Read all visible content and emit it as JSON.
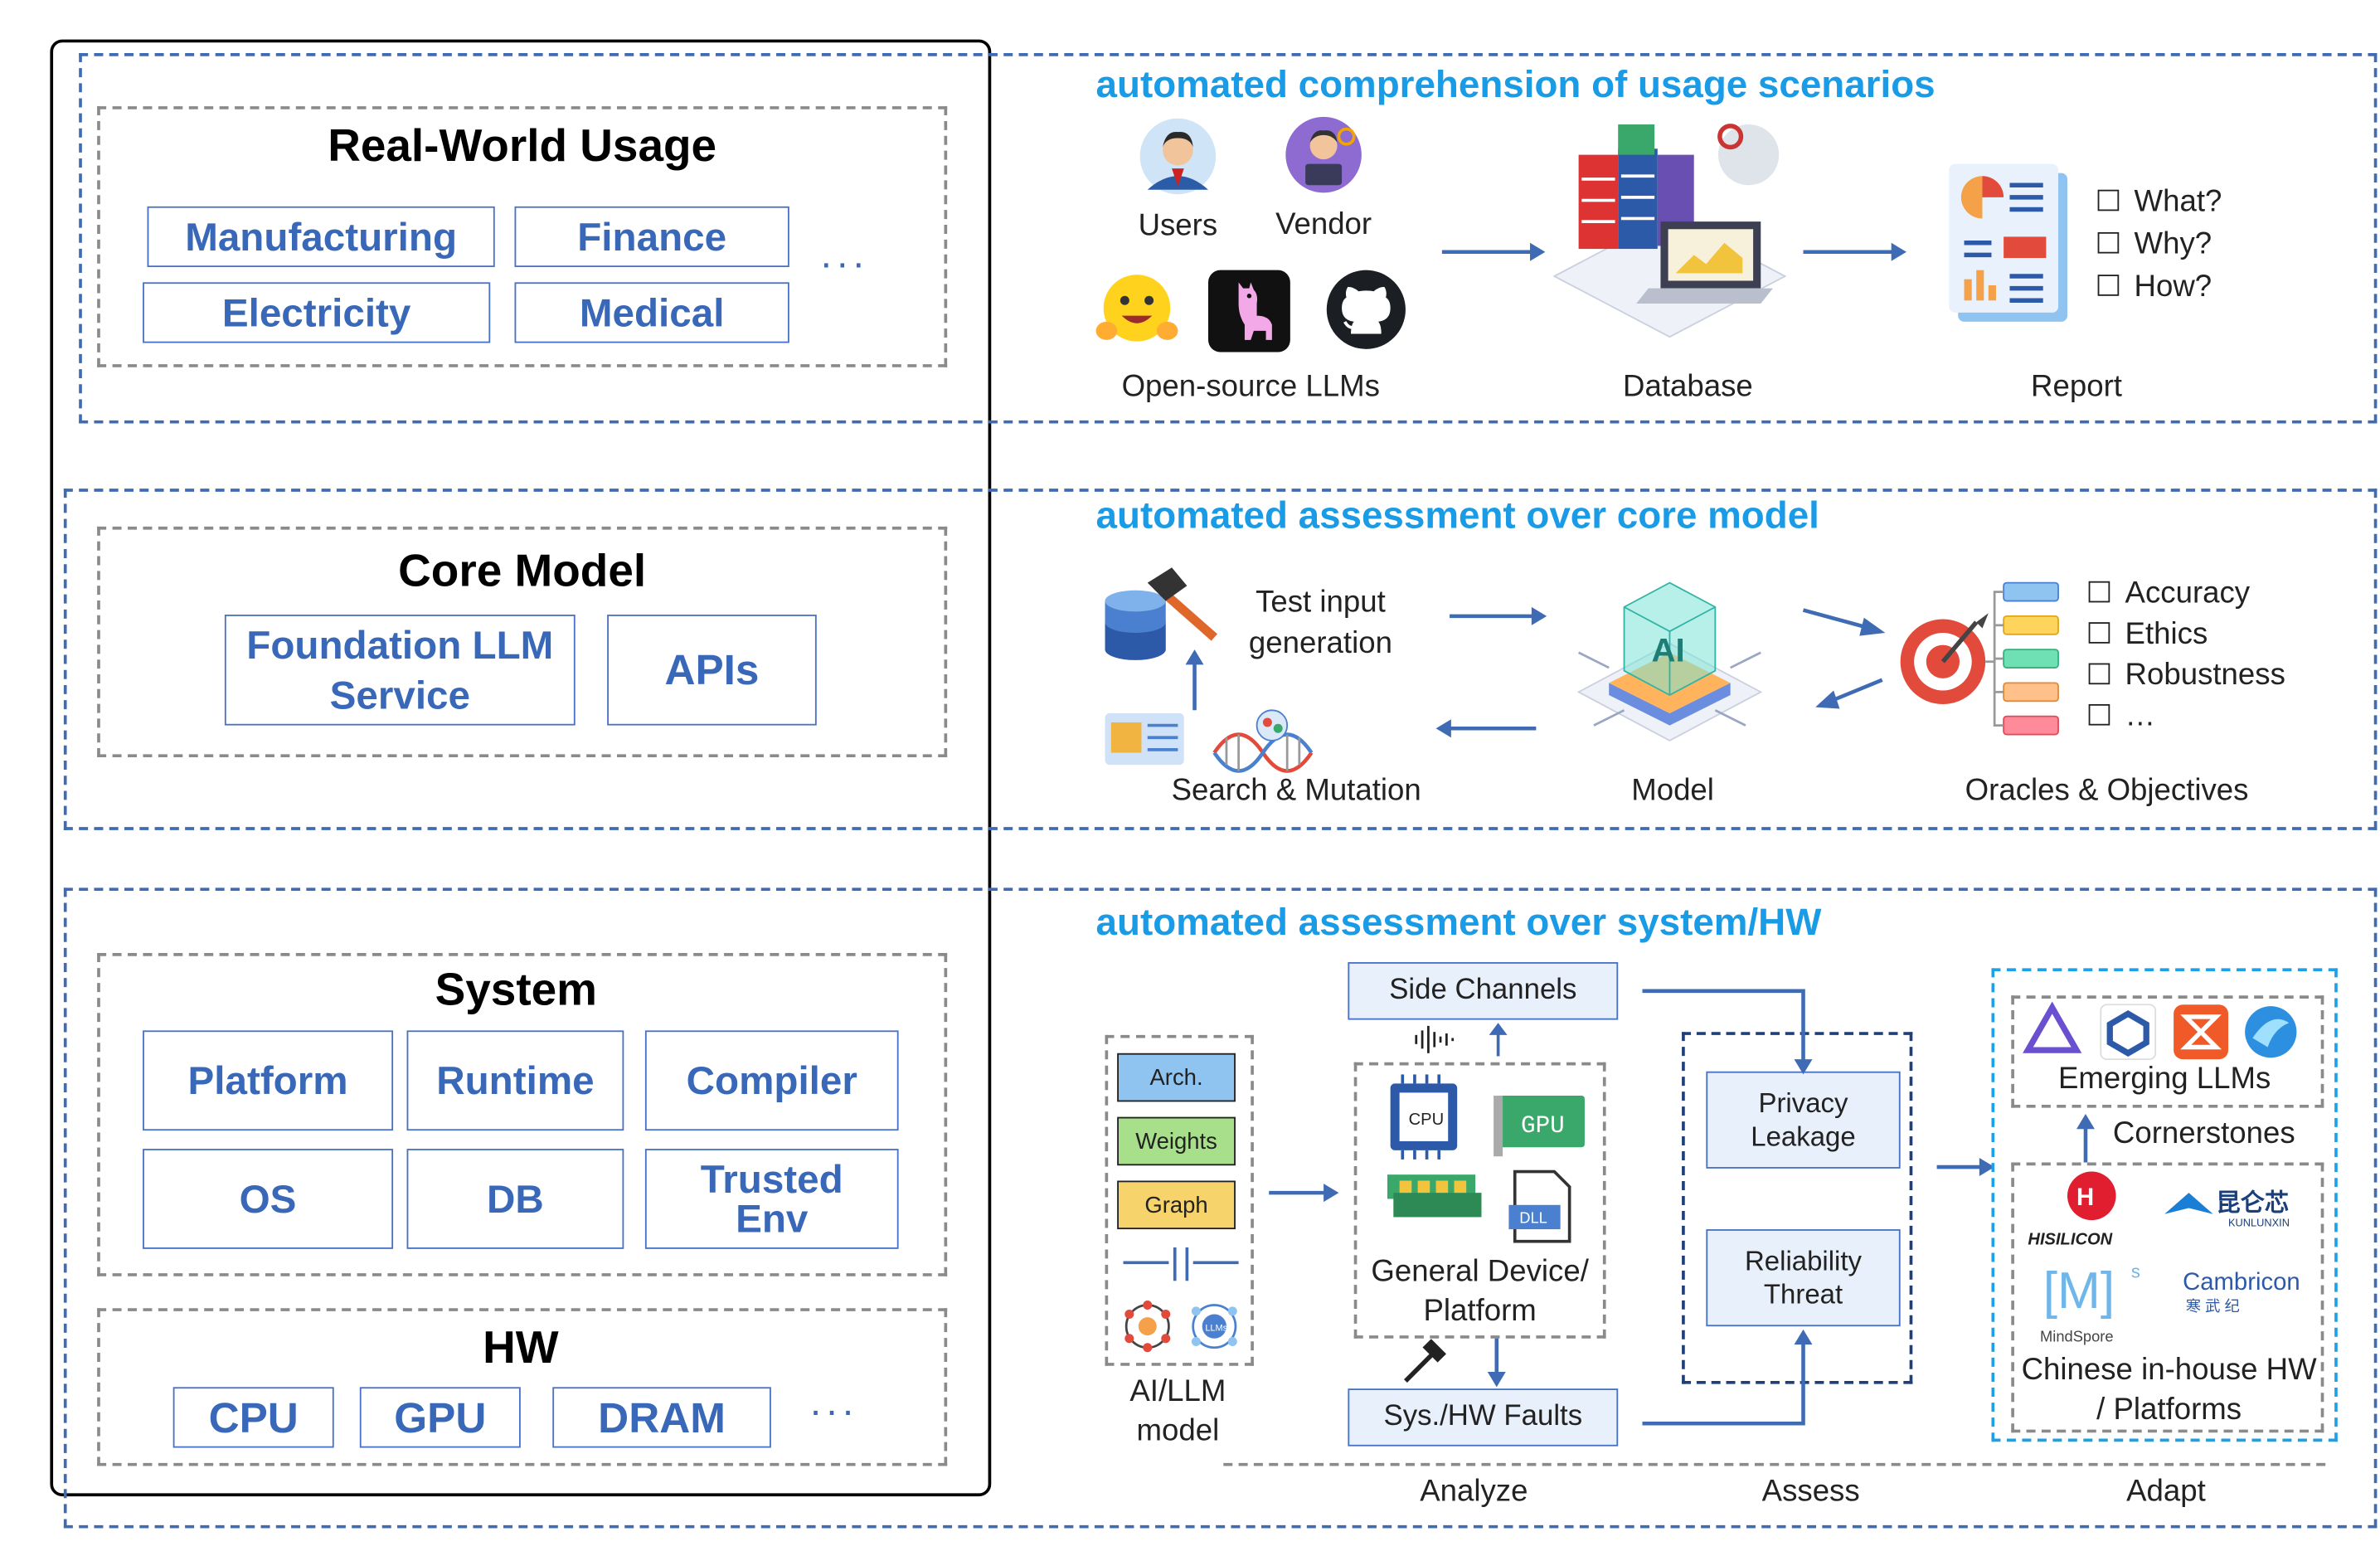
{
  "left_panel": {
    "real_world": {
      "title": "Real-World Usage",
      "items": [
        "Manufacturing",
        "Finance",
        "Electricity",
        "Medical"
      ],
      "more": "···"
    },
    "core_model": {
      "title": "Core Model",
      "items": [
        "Foundation LLM Service",
        "APIs"
      ]
    },
    "system": {
      "title": "System",
      "items": [
        "Platform",
        "Runtime",
        "Compiler",
        "OS",
        "DB",
        "Trusted Env"
      ]
    },
    "hw": {
      "title": "HW",
      "items": [
        "CPU",
        "GPU",
        "DRAM"
      ],
      "more": "···"
    }
  },
  "section1": {
    "title": "automated comprehension of usage scenarios",
    "users_label": "Users",
    "vendor_label": "Vendor",
    "open_source_label": "Open-source LLMs",
    "database_label": "Database",
    "report_label": "Report",
    "questions": [
      "What?",
      "Why?",
      "How?"
    ]
  },
  "section2": {
    "title": "automated assessment over core model",
    "test_input_label": "Test input generation",
    "search_label": "Search & Mutation",
    "model_label": "Model",
    "oracles_label": "Oracles & Objectives",
    "objectives": [
      "Accuracy",
      "Ethics",
      "Robustness",
      "…"
    ]
  },
  "section3": {
    "title": "automated assessment over system/HW",
    "model_parts": [
      "Arch.",
      "Weights",
      "Graph"
    ],
    "ai_llm_label": "AI/LLM model",
    "side_channels": "Side Channels",
    "general_device": "General Device/ Platform",
    "sys_hw_faults": "Sys./HW Faults",
    "privacy_leakage": "Privacy Leakage",
    "reliability_threat": "Reliability Threat",
    "emerging_llms": "Emerging LLMs",
    "cornerstones": "Cornerstones",
    "chinese_hw": "Chinese in-house HW / Platforms",
    "chip_labels": {
      "cpu": "CPU",
      "gpu": "GPU",
      "dll": "DLL",
      "ai": "AI",
      "llms": "LLMs"
    },
    "brand_logos": [
      "HISILICON",
      "昆仑芯",
      "KUNLUNXIN",
      "[M]",
      "s",
      "MindSpore",
      "Cambricon",
      "寒 武 纪"
    ],
    "stages": [
      "Analyze",
      "Assess",
      "Adapt"
    ]
  },
  "colors": {
    "accent_blue": "#1a9be6",
    "dash_blue": "#3f6bb5",
    "cell_text": "#3a68b8"
  }
}
